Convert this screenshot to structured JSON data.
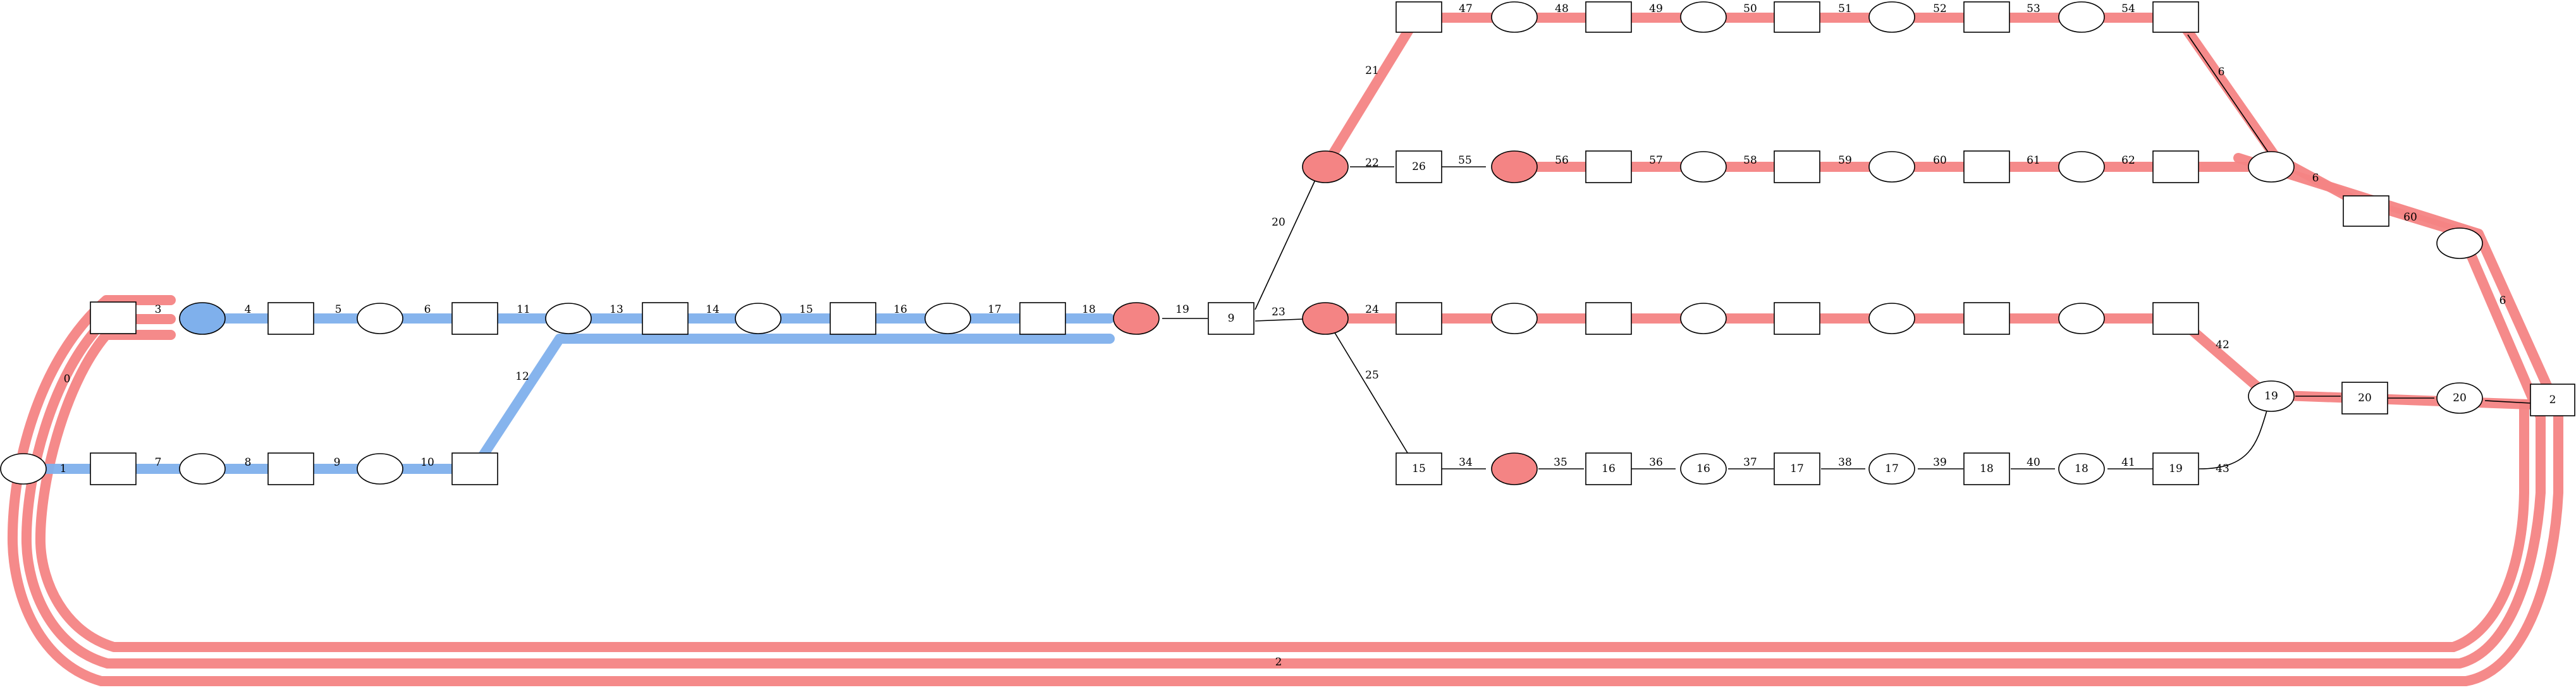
{
  "diagram": {
    "type": "graph",
    "colors": {
      "highlight_red": "#f48484",
      "highlight_blue": "#7fb0ec",
      "node_red": "#f48484",
      "node_blue": "#7fb0ec",
      "line": "#000000",
      "background": "#ffffff"
    },
    "nodes": [
      {
        "id": "n_box_left",
        "shape": "box",
        "label": ""
      },
      {
        "id": "n_oval_left",
        "shape": "ellipse",
        "label": ""
      },
      {
        "id": "n_blue",
        "shape": "ellipse",
        "fill": "blue",
        "label": ""
      },
      {
        "id": "n_box_r1_1",
        "shape": "box",
        "label": ""
      },
      {
        "id": "n_oval_r1_1",
        "shape": "ellipse",
        "label": ""
      },
      {
        "id": "n_box_r1_2",
        "shape": "box",
        "label": ""
      },
      {
        "id": "n_oval_r1_2",
        "shape": "ellipse",
        "label": ""
      },
      {
        "id": "n_box_r1_3",
        "shape": "box",
        "label": ""
      },
      {
        "id": "n_oval_r1_3",
        "shape": "ellipse",
        "label": ""
      },
      {
        "id": "n_box_r1_4",
        "shape": "box",
        "label": ""
      },
      {
        "id": "n_oval_r1_4",
        "shape": "ellipse",
        "label": ""
      },
      {
        "id": "n_box_r1_5",
        "shape": "box",
        "label": ""
      },
      {
        "id": "n_red_mid",
        "shape": "ellipse",
        "fill": "red",
        "label": ""
      },
      {
        "id": "n_box_9",
        "shape": "box",
        "label": "9"
      },
      {
        "id": "n_box_r2_1",
        "shape": "box",
        "label": ""
      },
      {
        "id": "n_oval_r2_1",
        "shape": "ellipse",
        "label": ""
      },
      {
        "id": "n_box_r2_2",
        "shape": "box",
        "label": ""
      },
      {
        "id": "n_oval_r2_2",
        "shape": "ellipse",
        "label": ""
      },
      {
        "id": "n_box_r2_3",
        "shape": "box",
        "label": ""
      },
      {
        "id": "n_red_top",
        "shape": "ellipse",
        "fill": "red",
        "label": ""
      },
      {
        "id": "n_red_row3",
        "shape": "ellipse",
        "fill": "red",
        "label": ""
      },
      {
        "id": "n_box_26",
        "shape": "box",
        "label": "26"
      },
      {
        "id": "n_red_56",
        "shape": "ellipse",
        "fill": "red",
        "label": ""
      },
      {
        "id": "n_box_t1",
        "shape": "box",
        "label": ""
      },
      {
        "id": "n_oval_t1",
        "shape": "ellipse",
        "label": ""
      },
      {
        "id": "n_box_t2",
        "shape": "box",
        "label": ""
      },
      {
        "id": "n_oval_t2",
        "shape": "ellipse",
        "label": ""
      },
      {
        "id": "n_box_t3",
        "shape": "box",
        "label": ""
      },
      {
        "id": "n_oval_t3",
        "shape": "ellipse",
        "label": ""
      },
      {
        "id": "n_box_t4",
        "shape": "box",
        "label": ""
      },
      {
        "id": "n_oval_t4",
        "shape": "ellipse",
        "label": ""
      },
      {
        "id": "n_box_t5",
        "shape": "box",
        "label": ""
      },
      {
        "id": "n_box_m1",
        "shape": "box",
        "label": ""
      },
      {
        "id": "n_oval_m1",
        "shape": "ellipse",
        "label": ""
      },
      {
        "id": "n_box_m2",
        "shape": "box",
        "label": ""
      },
      {
        "id": "n_oval_m2",
        "shape": "ellipse",
        "label": ""
      },
      {
        "id": "n_box_m3",
        "shape": "box",
        "label": ""
      },
      {
        "id": "n_oval_m3",
        "shape": "ellipse",
        "label": ""
      },
      {
        "id": "n_box_m4",
        "shape": "box",
        "label": ""
      },
      {
        "id": "n_oval_m4",
        "shape": "ellipse",
        "label": ""
      },
      {
        "id": "n_box_m5",
        "shape": "box",
        "label": ""
      },
      {
        "id": "n_oval_merge",
        "shape": "ellipse",
        "label": ""
      },
      {
        "id": "n_box_right_mid",
        "shape": "box",
        "label": ""
      },
      {
        "id": "n_oval_right_mid",
        "shape": "ellipse",
        "label": ""
      },
      {
        "id": "n_box_r3_1",
        "shape": "box",
        "label": ""
      },
      {
        "id": "n_oval_r3_1",
        "shape": "ellipse",
        "label": ""
      },
      {
        "id": "n_box_r3_2",
        "shape": "box",
        "label": ""
      },
      {
        "id": "n_oval_r3_2",
        "shape": "ellipse",
        "label": ""
      },
      {
        "id": "n_box_r3_3",
        "shape": "box",
        "label": ""
      },
      {
        "id": "n_oval_r3_3",
        "shape": "ellipse",
        "label": ""
      },
      {
        "id": "n_box_r3_4",
        "shape": "box",
        "label": ""
      },
      {
        "id": "n_oval_r3_4",
        "shape": "ellipse",
        "label": ""
      },
      {
        "id": "n_box_r3_5",
        "shape": "box",
        "label": ""
      },
      {
        "id": "n_oval_19b",
        "shape": "ellipse",
        "label": "19"
      },
      {
        "id": "n_box_20",
        "shape": "box",
        "label": "20"
      },
      {
        "id": "n_oval_20",
        "shape": "ellipse",
        "label": "20"
      },
      {
        "id": "n_box_2",
        "shape": "box",
        "label": "2"
      },
      {
        "id": "n_box_15",
        "shape": "box",
        "label": "15"
      },
      {
        "id": "n_red_35",
        "shape": "ellipse",
        "fill": "red",
        "label": ""
      },
      {
        "id": "n_box_16",
        "shape": "box",
        "label": "16"
      },
      {
        "id": "n_oval_16",
        "shape": "ellipse",
        "label": "16"
      },
      {
        "id": "n_box_17",
        "shape": "box",
        "label": "17"
      },
      {
        "id": "n_oval_17",
        "shape": "ellipse",
        "label": "17"
      },
      {
        "id": "n_box_18",
        "shape": "box",
        "label": "18"
      },
      {
        "id": "n_oval_18",
        "shape": "ellipse",
        "label": "18"
      },
      {
        "id": "n_box_19",
        "shape": "box",
        "label": "19"
      }
    ],
    "edges": [
      {
        "from": "n_box_left",
        "to": "n_blue",
        "label": "3"
      },
      {
        "from": "n_blue",
        "to": "n_box_r1_1",
        "label": "4"
      },
      {
        "from": "n_box_r1_1",
        "to": "n_oval_r1_1",
        "label": "5"
      },
      {
        "from": "n_oval_r1_1",
        "to": "n_box_r1_2",
        "label": "6"
      },
      {
        "from": "n_box_r1_2",
        "to": "n_oval_r1_2",
        "label": "11"
      },
      {
        "from": "n_oval_r1_2",
        "to": "n_box_r1_3",
        "label": "13"
      },
      {
        "from": "n_box_r1_3",
        "to": "n_oval_r1_3",
        "label": "14"
      },
      {
        "from": "n_oval_r1_3",
        "to": "n_box_r1_4",
        "label": "15"
      },
      {
        "from": "n_box_r1_4",
        "to": "n_oval_r1_4",
        "label": "16"
      },
      {
        "from": "n_oval_r1_4",
        "to": "n_box_r1_5",
        "label": "17"
      },
      {
        "from": "n_box_r1_5",
        "to": "n_red_mid",
        "label": "18"
      },
      {
        "from": "n_red_mid",
        "to": "n_box_9",
        "label": "19"
      },
      {
        "from": "n_box_9",
        "to": "n_red_top",
        "label": "20"
      },
      {
        "from": "n_box_9",
        "to": "n_red_row3",
        "label": "23"
      },
      {
        "from": "n_red_top",
        "to": "n_box_t1",
        "label": "21"
      },
      {
        "from": "n_red_top",
        "to": "n_box_26",
        "label": "22"
      },
      {
        "from": "n_box_26",
        "to": "n_red_56",
        "label": "55"
      },
      {
        "from": "n_box_t1",
        "to": "n_oval_t1",
        "label": "47"
      },
      {
        "from": "n_oval_t1",
        "to": "n_box_t2",
        "label": "48"
      },
      {
        "from": "n_box_t2",
        "to": "n_oval_t2",
        "label": "49"
      },
      {
        "from": "n_oval_t2",
        "to": "n_box_t3",
        "label": "50"
      },
      {
        "from": "n_box_t3",
        "to": "n_oval_t3",
        "label": "51"
      },
      {
        "from": "n_oval_t3",
        "to": "n_box_t4",
        "label": "52"
      },
      {
        "from": "n_box_t4",
        "to": "n_oval_t4",
        "label": "53"
      },
      {
        "from": "n_oval_t4",
        "to": "n_box_t5",
        "label": "54"
      },
      {
        "from": "n_box_t5",
        "to": "n_oval_merge",
        "label": "6"
      },
      {
        "from": "n_red_56",
        "to": "n_box_m1",
        "label": "56"
      },
      {
        "from": "n_box_m1",
        "to": "n_oval_m1",
        "label": "57"
      },
      {
        "from": "n_oval_m1",
        "to": "n_box_m2",
        "label": "58"
      },
      {
        "from": "n_box_m2",
        "to": "n_oval_m2",
        "label": "59"
      },
      {
        "from": "n_oval_m2",
        "to": "n_box_m3",
        "label": "60"
      },
      {
        "from": "n_box_m3",
        "to": "n_oval_m3",
        "label": "61"
      },
      {
        "from": "n_oval_m3",
        "to": "n_box_m4",
        "label": "62"
      },
      {
        "from": "n_oval_merge",
        "to": "n_box_right_mid",
        "label": "6"
      },
      {
        "from": "n_box_right_mid",
        "to": "n_oval_right_mid",
        "label": "60"
      },
      {
        "from": "n_oval_right_mid",
        "to": "n_box_2",
        "label": "6"
      },
      {
        "from": "n_red_row3",
        "to": "n_box_r3_1",
        "label": "24"
      },
      {
        "from": "n_red_row3",
        "to": "n_box_15",
        "label": "25"
      },
      {
        "from": "n_box_r3_5",
        "to": "n_oval_19b",
        "label": "42"
      },
      {
        "from": "n_box_15",
        "to": "n_red_35",
        "label": "34"
      },
      {
        "from": "n_red_35",
        "to": "n_box_16",
        "label": "35"
      },
      {
        "from": "n_box_16",
        "to": "n_oval_16",
        "label": "36"
      },
      {
        "from": "n_oval_16",
        "to": "n_box_17",
        "label": "37"
      },
      {
        "from": "n_box_17",
        "to": "n_oval_17",
        "label": "38"
      },
      {
        "from": "n_oval_17",
        "to": "n_box_18",
        "label": "39"
      },
      {
        "from": "n_box_18",
        "to": "n_oval_18",
        "label": "40"
      },
      {
        "from": "n_oval_18",
        "to": "n_box_19",
        "label": "41"
      },
      {
        "from": "n_box_19",
        "to": "n_oval_19b",
        "label": "43"
      },
      {
        "from": "n_box_left",
        "to": "n_oval_left",
        "label": "0"
      },
      {
        "from": "n_oval_left",
        "to": "n_box_l2",
        "label": "1"
      },
      {
        "from": "n_box_l2",
        "to": "n_oval_l2",
        "label": "7"
      },
      {
        "from": "n_oval_l2",
        "to": "n_box_l3",
        "label": "8"
      },
      {
        "from": "n_box_l3",
        "to": "n_oval_l3",
        "label": "9"
      },
      {
        "from": "n_oval_l3",
        "to": "n_box_l4",
        "label": "10"
      },
      {
        "from": "n_box_l4",
        "to": "n_oval_r1_2",
        "label": "12"
      },
      {
        "from": "n_box_2",
        "to": "n_oval_left",
        "label": "2"
      }
    ]
  }
}
